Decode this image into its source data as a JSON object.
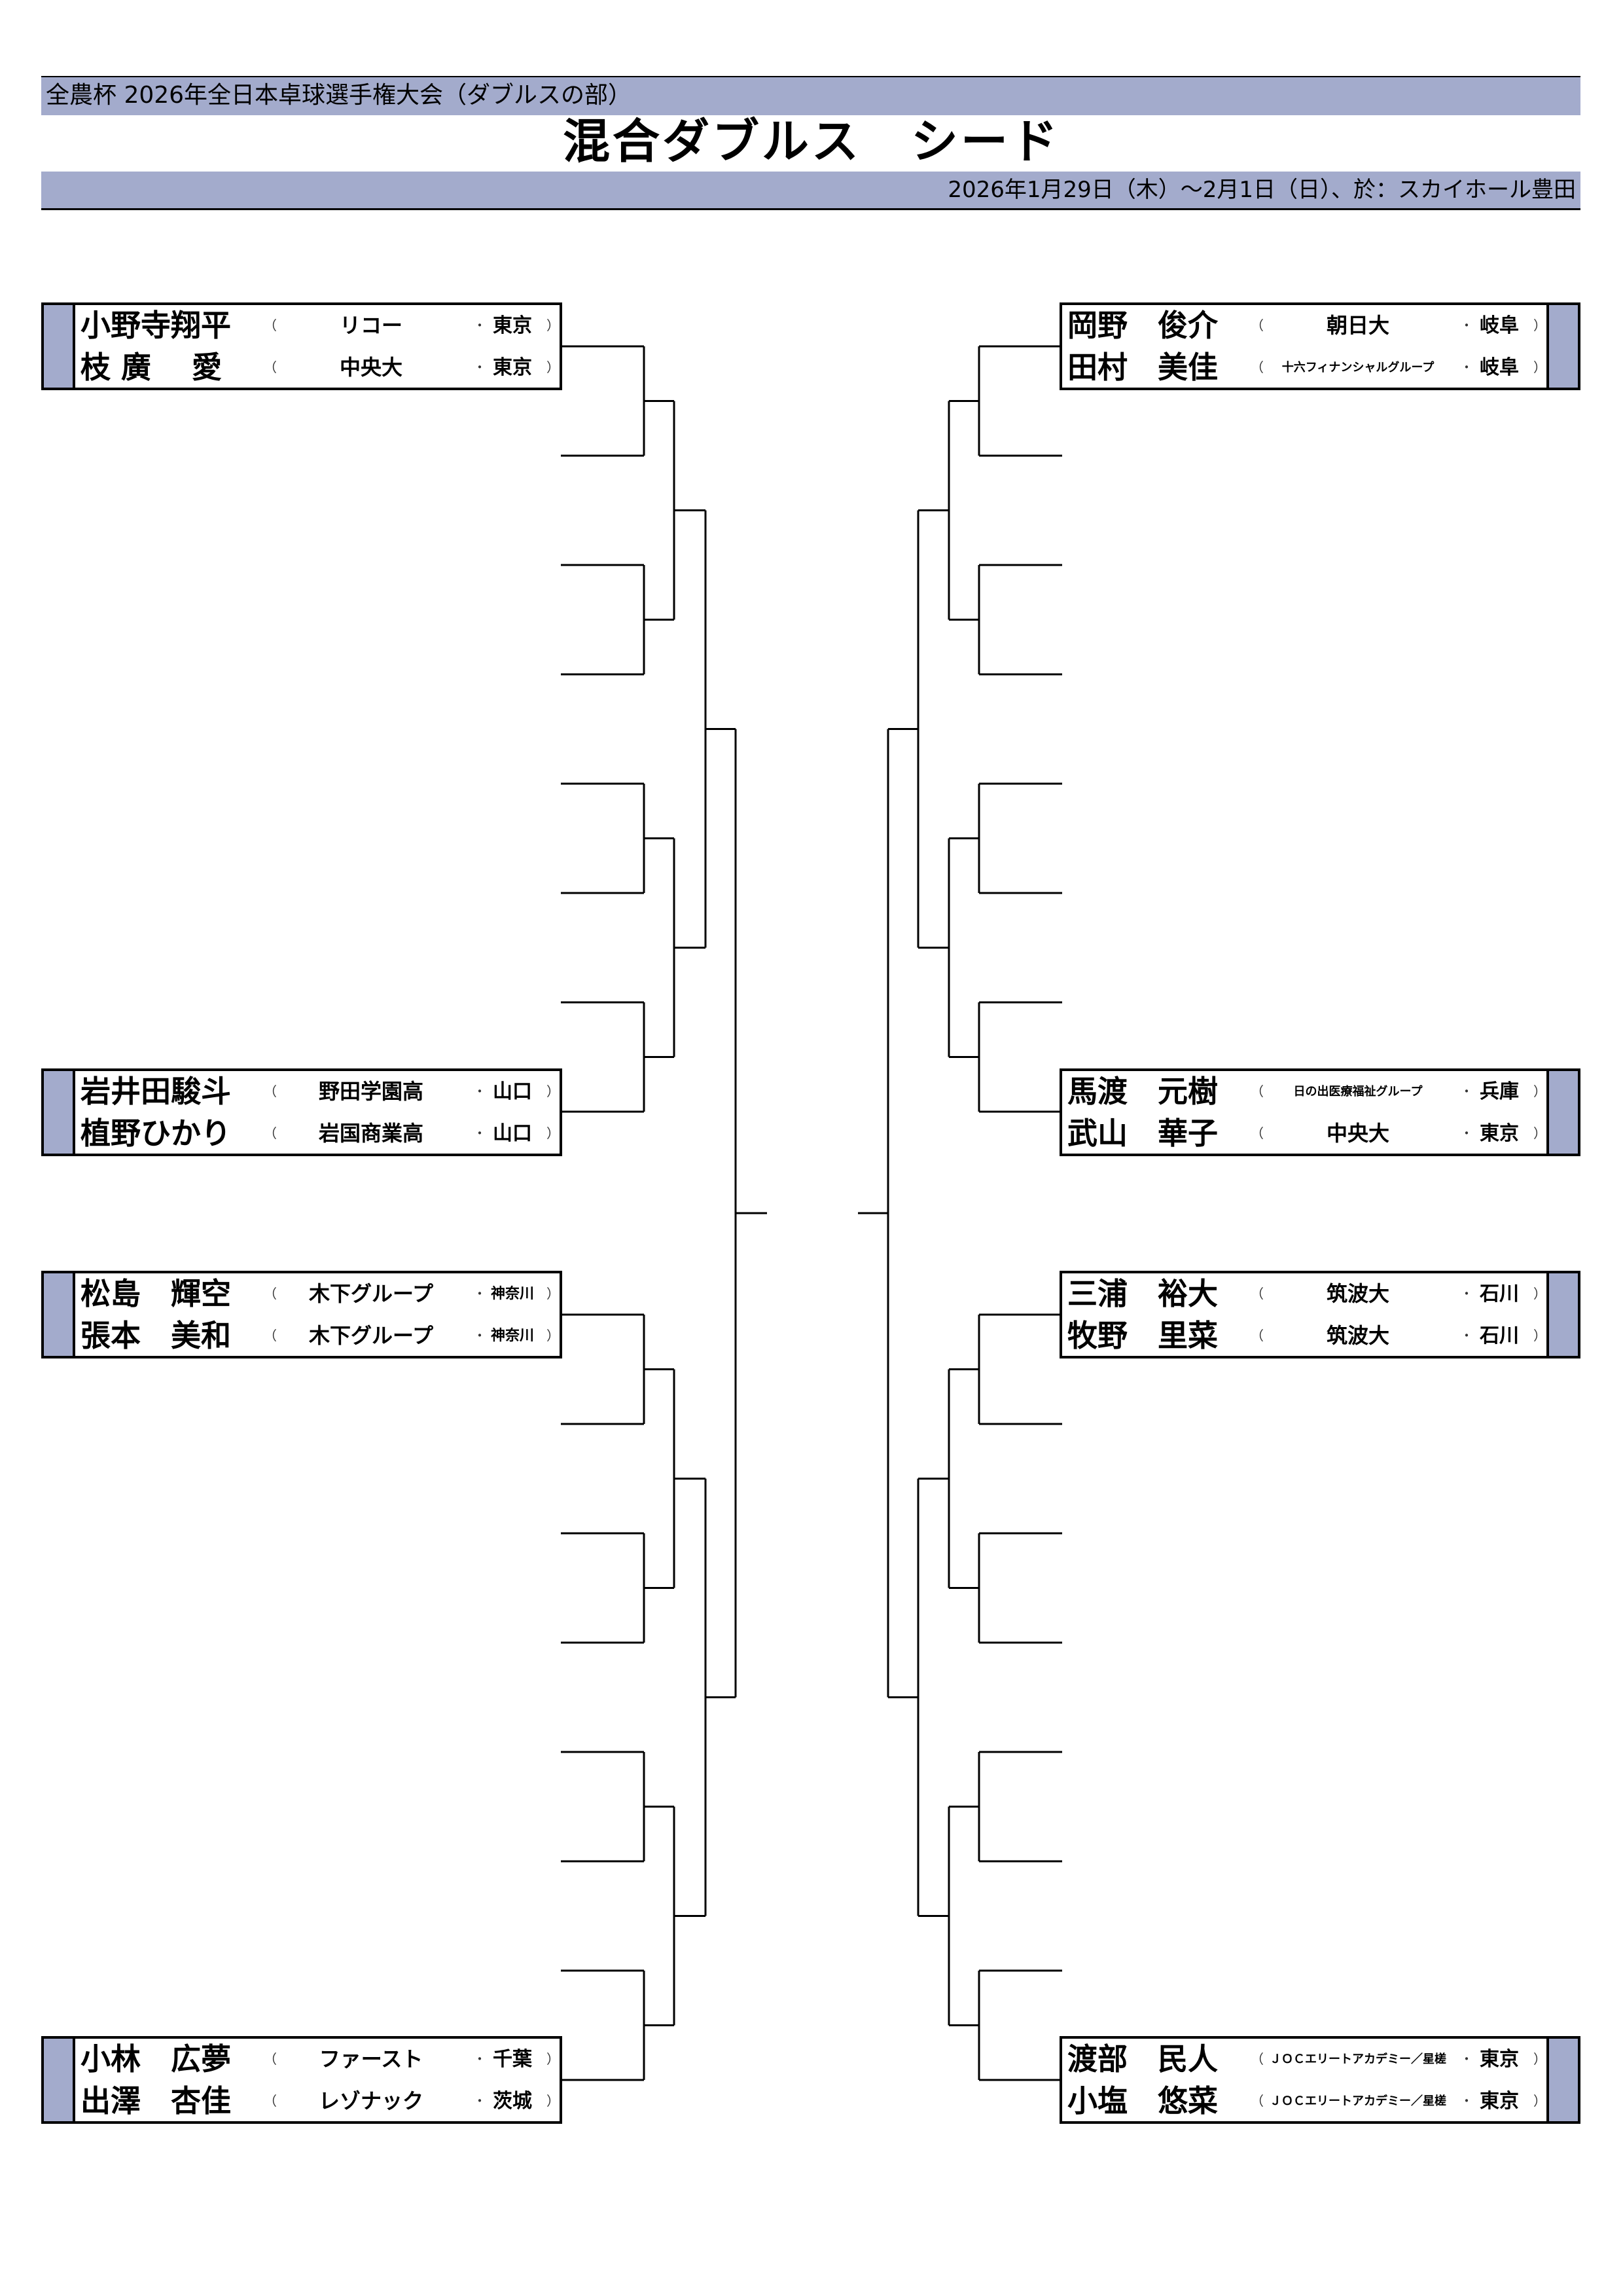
{
  "header": {
    "tournament": "全農杯 2026年全日本卓球選手権大会（ダブルスの部）",
    "title": "混合ダブルス　シード",
    "date_venue": "2026年1月29日（木）～2月1日（日）、於：スカイホール豊田"
  },
  "punct": {
    "open": "（",
    "dot": "・",
    "close": "）"
  },
  "seeds": [
    {
      "side": "left",
      "players": [
        {
          "name": "小野寺翔平",
          "team": "リコー",
          "pref": "東京"
        },
        {
          "name": "枝 廣　 愛",
          "team": "中央大",
          "pref": "東京"
        }
      ]
    },
    {
      "side": "left",
      "players": [
        {
          "name": "岩井田駿斗",
          "team": "野田学園高",
          "pref": "山口"
        },
        {
          "name": "植野ひかり",
          "team": "岩国商業高",
          "pref": "山口"
        }
      ]
    },
    {
      "side": "left",
      "players": [
        {
          "name": "松島　輝空",
          "team": "木下グループ",
          "pref": "神奈川"
        },
        {
          "name": "張本　美和",
          "team": "木下グループ",
          "pref": "神奈川"
        }
      ]
    },
    {
      "side": "left",
      "players": [
        {
          "name": "小林　広夢",
          "team": "ファースト",
          "pref": "千葉"
        },
        {
          "name": "出澤　杏佳",
          "team": "レゾナック",
          "pref": "茨城"
        }
      ]
    },
    {
      "side": "right",
      "players": [
        {
          "name": "岡野　俊介",
          "team": "朝日大",
          "pref": "岐阜"
        },
        {
          "name": "田村　美佳",
          "team": "十六フィナンシャルグループ",
          "pref": "岐阜"
        }
      ]
    },
    {
      "side": "right",
      "players": [
        {
          "name": "馬渡　元樹",
          "team": "日の出医療福祉グループ",
          "pref": "兵庫"
        },
        {
          "name": "武山　華子",
          "team": "中央大",
          "pref": "東京"
        }
      ]
    },
    {
      "side": "right",
      "players": [
        {
          "name": "三浦　裕大",
          "team": "筑波大",
          "pref": "石川"
        },
        {
          "name": "牧野　里菜",
          "team": "筑波大",
          "pref": "石川"
        }
      ]
    },
    {
      "side": "right",
      "players": [
        {
          "name": "渡部　民人",
          "team": "ＪＯＣエリートアカデミー／星槎",
          "pref": "東京"
        },
        {
          "name": "小塩　悠菜",
          "team": "ＪＯＣエリートアカデミー／星槎",
          "pref": "東京"
        }
      ]
    }
  ]
}
